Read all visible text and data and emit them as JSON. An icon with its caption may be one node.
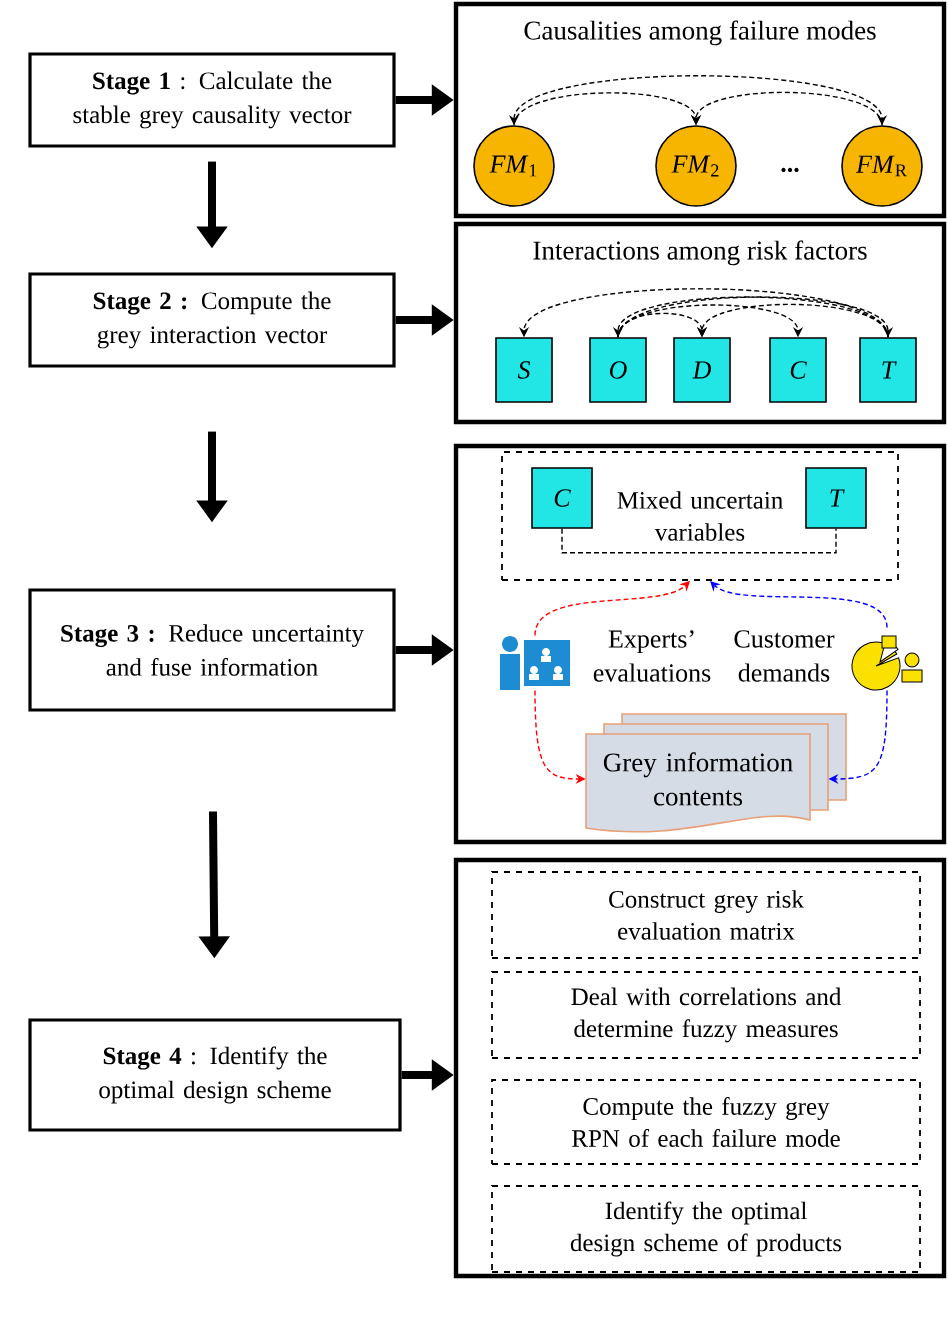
{
  "diagram": {
    "nodes": [
      {
        "text": [
          "**Stage 1** : Calculate the stable grey causality vector"
        ]
      },
      {
        "text": [
          "Causalities among failure modes"
        ]
      },
      {
        "text": [
          "*FM*$_{1}$"
        ],
        "in": 1
      },
      {
        "text": [
          "*FM*$_{2}$"
        ],
        "in": 1
      },
      {
        "text": [
          "*FM*$_{R}$"
        ],
        "in": 1
      },
      {
        "text": [
          "**Stage 2 :** Compute the grey interaction vector"
        ]
      },
      {
        "text": [
          "Interactions among risk factors"
        ]
      },
      {
        "text": [
          "S"
        ],
        "in": 6
      },
      {
        "text": [
          "O"
        ],
        "in": 6
      },
      {
        "text": [
          "D"
        ],
        "in": 6
      },
      {
        "text": [
          "C"
        ],
        "in": 6
      },
      {
        "text": [
          "T"
        ],
        "in": 6
      },
      {
        "text": [
          "**Stage 3 :** Reduce uncertainty and fuse information"
        ]
      },
      {
        "text": [],
        "shape": "box"
      },
      {
        "text": [
          "Mixed uncertain variables"
        ],
        "in": 13
      },
      {
        "text": [
          "C"
        ],
        "in": 14
      },
      {
        "text": [
          "T"
        ],
        "in": 14
      },
      {
        "text": [],
        "shape": "picture",
        "beside": [
          "Experts’ evaluations"
        ],
        "in": 13
      },
      {
        "text": [],
        "shape": "picture",
        "beside": [
          "Customer demands"
        ],
        "in": 13
      },
      {
        "text": [
          "Grey information contents"
        ],
        "in": 13
      },
      {
        "text": [
          "**Stage 4** : Identify the optimal design scheme"
        ]
      },
      {
        "text": [],
        "shape": "box"
      },
      {
        "text": [
          "Construct grey risk evaluation matrix"
        ],
        "in": 21
      },
      {
        "text": [
          "Deal with correlations and determine fuzzy measures"
        ],
        "in": 21
      },
      {
        "text": [
          "Compute the fuzzy grey RPN of each failure mode"
        ],
        "in": 21
      },
      {
        "text": [
          "Identify the optimal design scheme of products"
        ],
        "in": 21
      }
    ],
    "edges": [
      {
        "from": 0,
        "to": 1,
        "arrow": "to",
        "style": "thick"
      },
      {
        "from": 0,
        "to": 5,
        "arrow": "to",
        "style": "thick"
      },
      {
        "from": 5,
        "to": 6,
        "arrow": "to",
        "style": "thick"
      },
      {
        "from": 5,
        "to": 12,
        "arrow": "to",
        "style": "thick"
      },
      {
        "from": 12,
        "to": 13,
        "arrow": "to",
        "style": "thick"
      },
      {
        "from": 12,
        "to": 20,
        "arrow": "to",
        "style": "thick"
      },
      {
        "from": 20,
        "to": 21,
        "arrow": "to",
        "style": "thick"
      },
      {
        "from": 2,
        "to": 4,
        "arrow": "both",
        "style": "dashed"
      },
      {
        "from": 2,
        "to": 3,
        "arrow": "to",
        "style": "dashed"
      },
      {
        "from": 4,
        "to": 3,
        "arrow": "to",
        "style": "dashed"
      },
      {
        "from": 11,
        "to": 7,
        "arrow": "to",
        "style": "dashed"
      },
      {
        "from": 11,
        "to": 8,
        "arrow": "to",
        "style": "dashed"
      },
      {
        "from": 11,
        "to": 9,
        "arrow": "to",
        "style": "dashed"
      },
      {
        "from": 8,
        "to": 9,
        "arrow": "to",
        "style": "dashed"
      },
      {
        "from": 8,
        "to": 10,
        "arrow": "to",
        "style": "dashed"
      },
      {
        "from": 8,
        "to": 11,
        "arrow": "to",
        "style": "dashed"
      },
      {
        "from": 15,
        "to": 16,
        "arrow": "none",
        "style": "dashed"
      },
      {
        "from": 17,
        "to": 14,
        "arrow": "to",
        "style": "dashed",
        "color": "#ff0000"
      },
      {
        "from": 17,
        "to": 19,
        "arrow": "to",
        "style": "dashed",
        "color": "#ff0000"
      },
      {
        "from": 18,
        "to": 14,
        "arrow": "to",
        "style": "dashed",
        "color": "#0000ff"
      },
      {
        "from": 18,
        "to": 19,
        "arrow": "to",
        "style": "dashed",
        "color": "#0000ff"
      }
    ],
    "labels": [
      "..."
    ]
  }
}
